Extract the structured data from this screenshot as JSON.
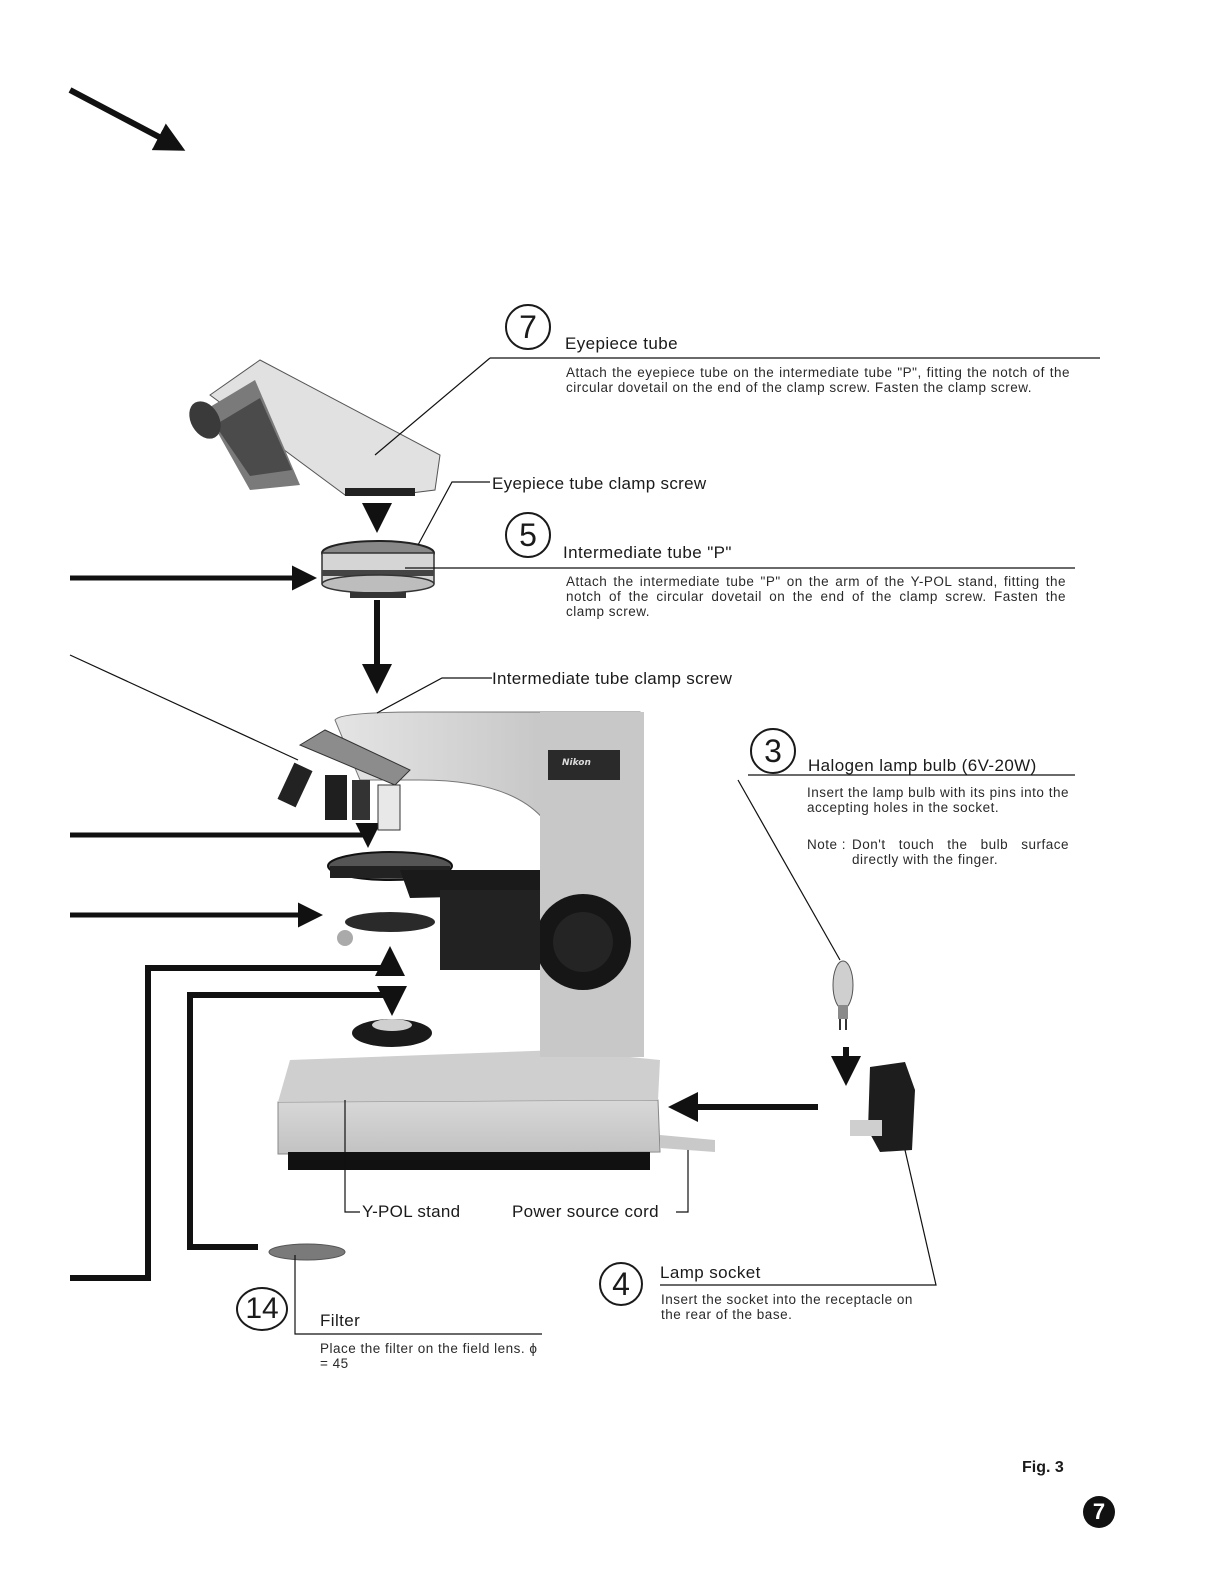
{
  "steps": {
    "s7": {
      "number": "7",
      "title": "Eyepiece tube",
      "text": "Attach the eyepiece tube on the intermediate tube \"P\", fitting the notch of the circular dovetail on the end of the clamp screw. Fasten the clamp screw."
    },
    "s5": {
      "number": "5",
      "title": "Intermediate tube \"P\"",
      "text": "Attach the intermediate tube \"P\" on the arm of the Y-POL stand, fitting the notch of the circular dovetail on the end of the clamp screw. Fasten the clamp screw."
    },
    "s3": {
      "number": "3",
      "title": "Halogen lamp bulb (6V-20W)",
      "text": "Insert the lamp bulb with its pins into the accepting holes in the socket.",
      "note_label": "Note :",
      "note_text": "Don't touch the bulb surface directly with the finger."
    },
    "s4": {
      "number": "4",
      "title": "Lamp socket",
      "text": "Insert the socket into the receptacle on the rear of the base."
    },
    "s14": {
      "number": "14",
      "title": "Filter",
      "text": "Place the filter on the field lens. ϕ = 45"
    }
  },
  "labels": {
    "eyepiece_clamp": "Eyepiece tube clamp screw",
    "intermediate_clamp": "Intermediate tube clamp screw",
    "ypol_stand": "Y-POL stand",
    "power_cord": "Power source cord",
    "brand": "Nikon"
  },
  "footer": {
    "figure": "Fig. 3",
    "page_number": "7"
  }
}
